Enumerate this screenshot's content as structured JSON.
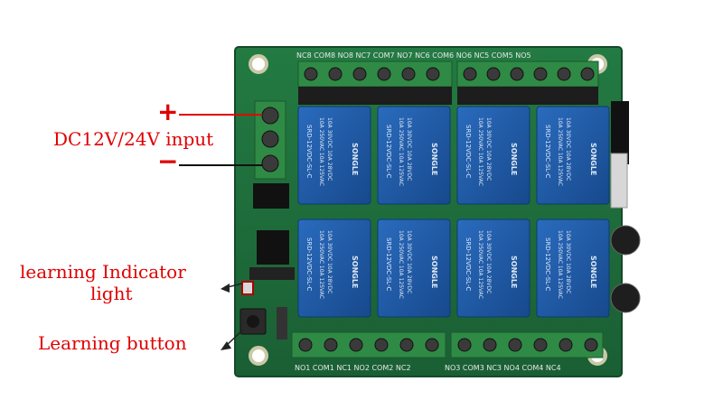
{
  "annotations": {
    "plus": "+",
    "minus": "−",
    "power_input": "DC12V/24V input",
    "indicator_line1": "learning Indicator",
    "indicator_line2": "light",
    "learning_button": "Learning button"
  },
  "board": {
    "top_terminal_text": "NC8 COM8 NO8 NC7 COM7 NO7 NC6 COM6 NO6 NC5 COM5 NO5",
    "bottom_terminal_left_text": "NO1 COM1 NC1 NO2 COM2 NC2",
    "bottom_terminal_right_text": "NO3 COM3 NC3 NO4 COM4 NC4",
    "relay_brand": "SONGLE",
    "relay_model": "SRD-12VDC-SL-C",
    "relay_rating_1": "10A 250VAC 10A 125VAC",
    "relay_rating_2": "10A 30VDC 10A 28VDC"
  },
  "colors": {
    "pcb": "#1f6e3b",
    "relay": "#1e5aa8",
    "terminal": "#2f8a45",
    "annotation": "#e00000"
  }
}
